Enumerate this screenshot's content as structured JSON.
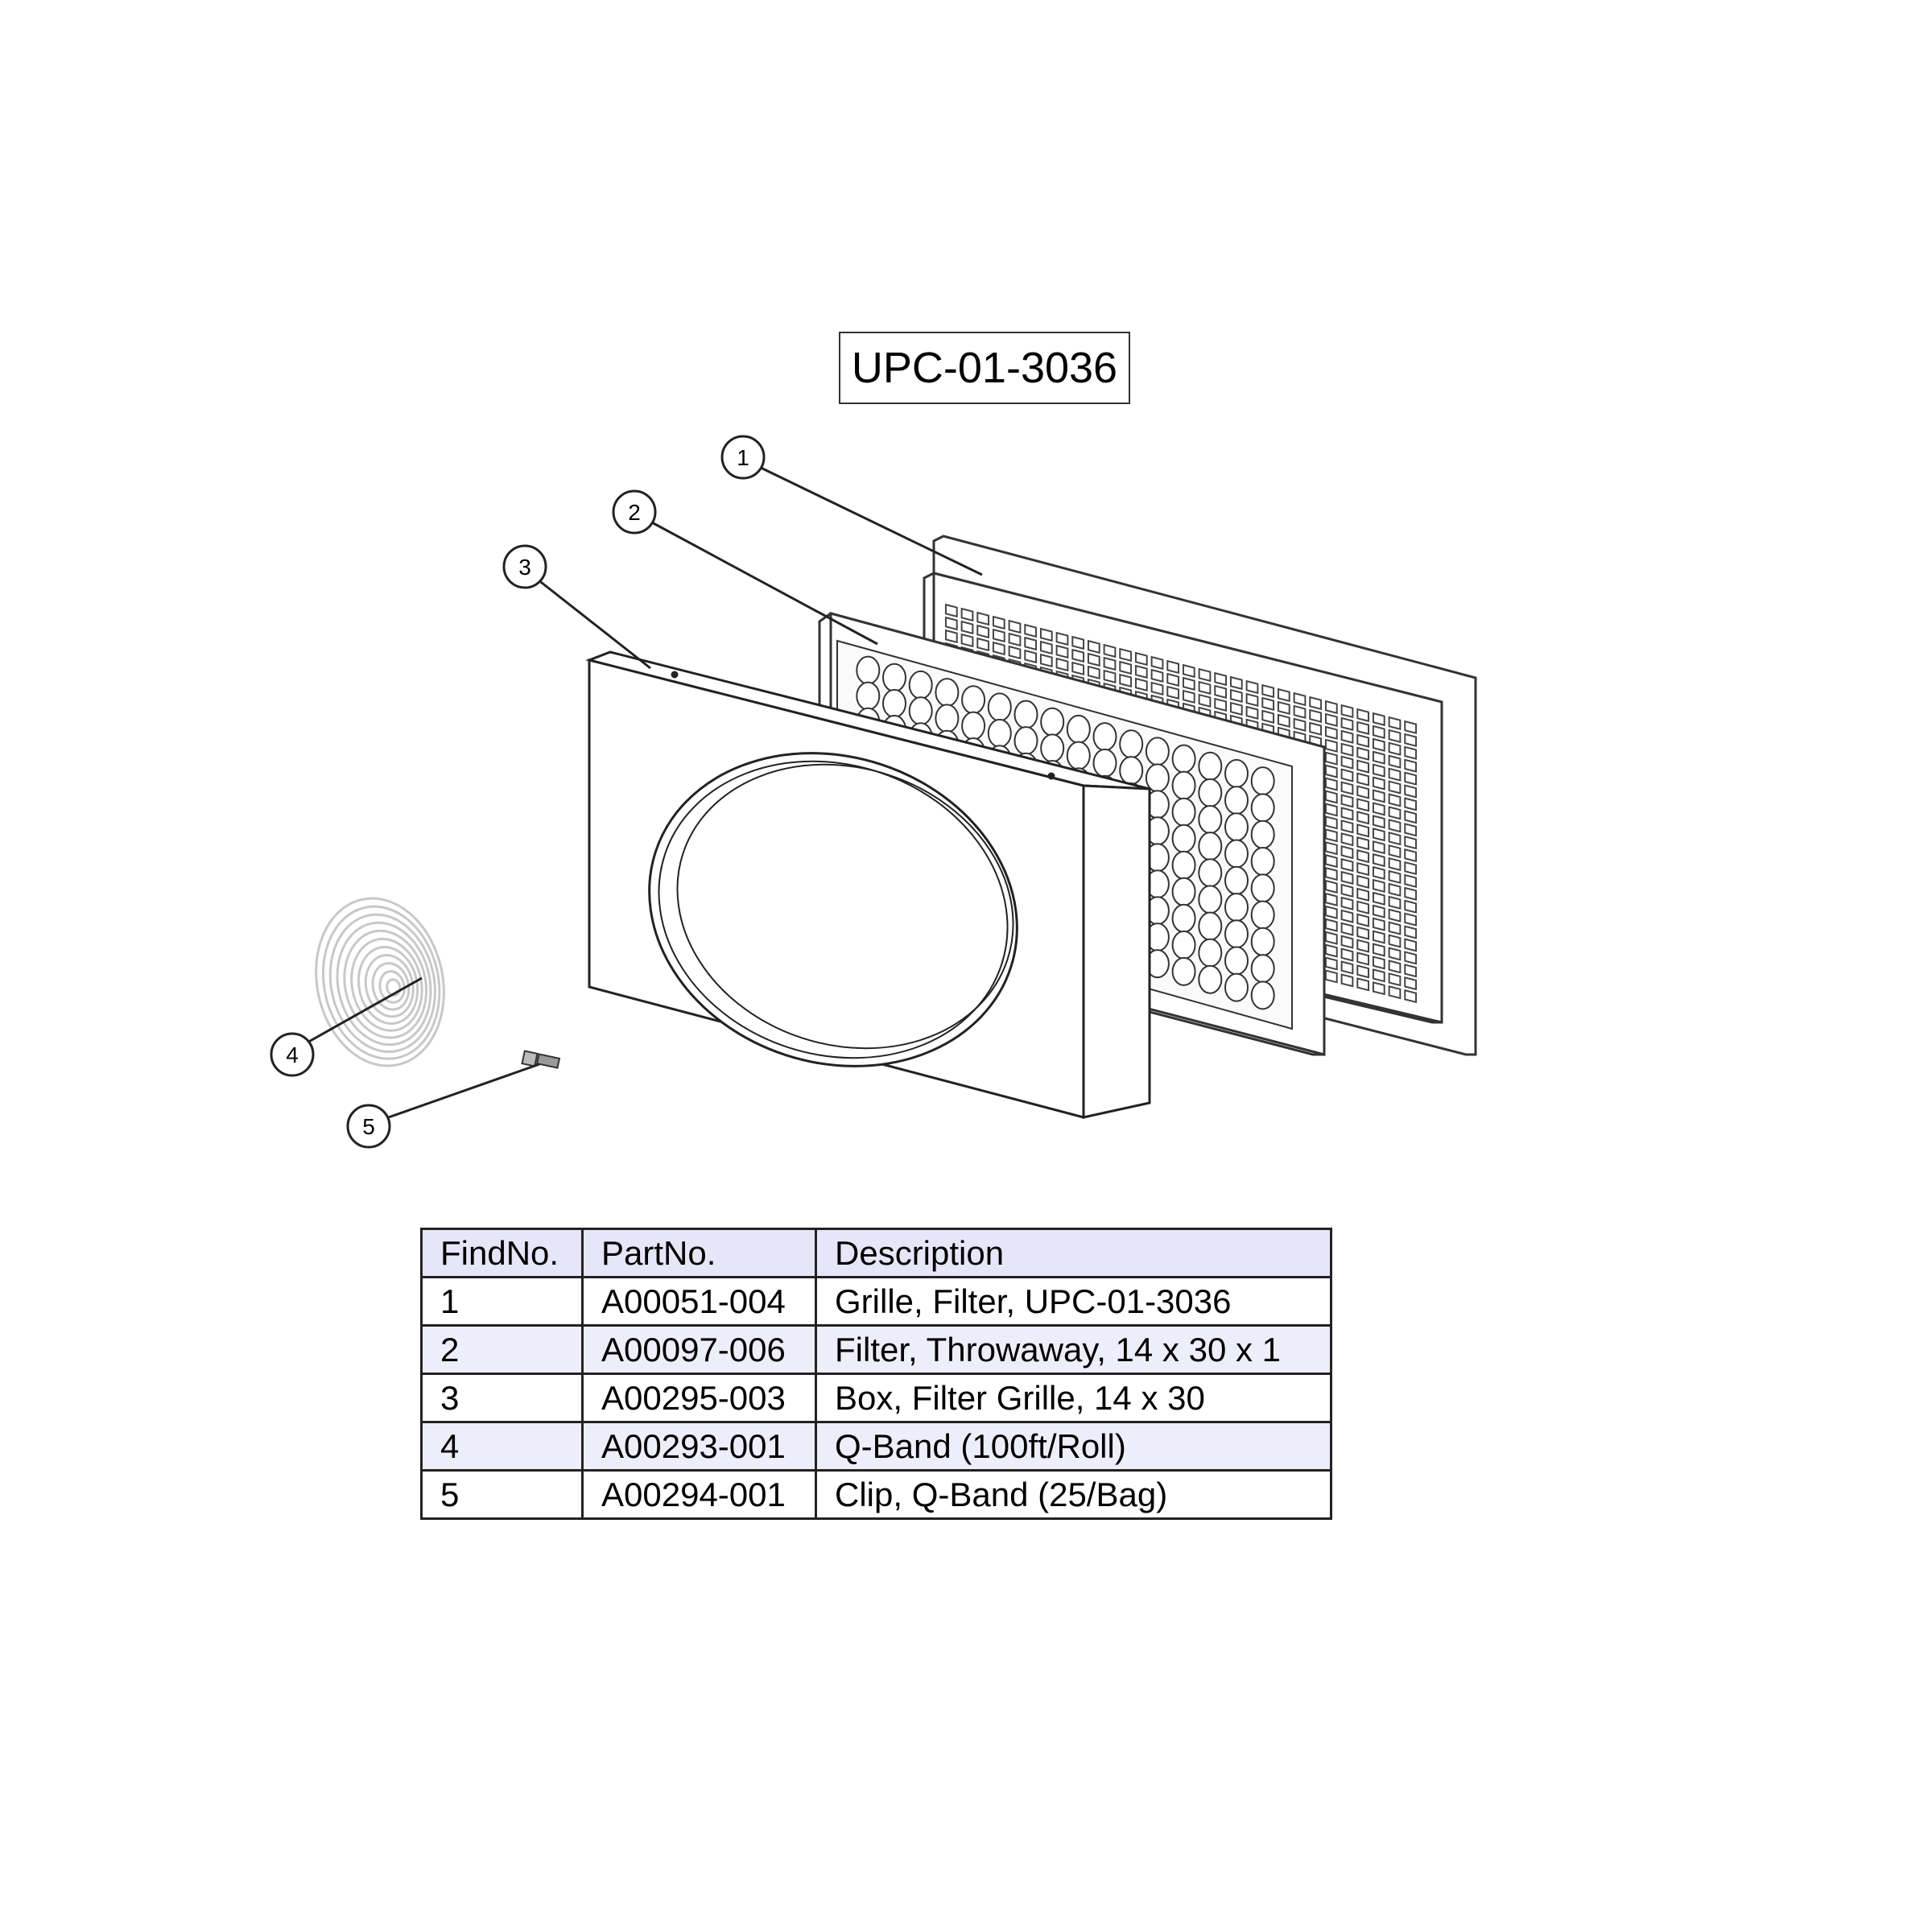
{
  "title": "UPC-01-3036",
  "callouts": [
    "1",
    "2",
    "3",
    "4",
    "5"
  ],
  "table": {
    "headers": [
      "FindNo.",
      "PartNo.",
      "Description"
    ],
    "rows": [
      {
        "find": "1",
        "part": "A00051-004",
        "desc": "Grille, Filter, UPC-01-3036"
      },
      {
        "find": "2",
        "part": "A00097-006",
        "desc": "Filter, Throwaway, 14 x 30 x 1"
      },
      {
        "find": "3",
        "part": "A00295-003",
        "desc": "Box, Filter Grille, 14 x 30"
      },
      {
        "find": "4",
        "part": "A00293-001",
        "desc": "Q-Band (100ft/Roll)"
      },
      {
        "find": "5",
        "part": "A00294-001",
        "desc": "Clip, Q-Band (25/Bag)"
      }
    ],
    "header_bg": "#e6e6f8",
    "alt_row_bg": "#eeeefa"
  }
}
